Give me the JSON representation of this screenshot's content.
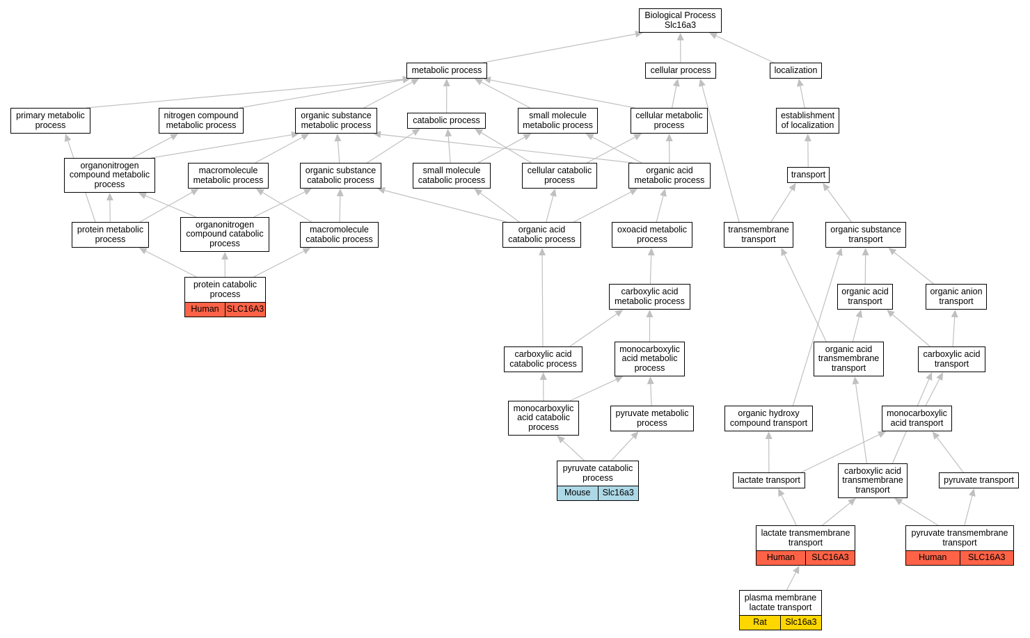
{
  "colors": {
    "edge": "#c0c0c0",
    "human": "#ff6347",
    "mouse": "#add8e6",
    "rat": "#ffd700"
  },
  "nodes": [
    {
      "id": "bp",
      "label": "Biological Process\nSlc16a3"
    },
    {
      "id": "mp",
      "label": "metabolic process"
    },
    {
      "id": "cp",
      "label": "cellular process"
    },
    {
      "id": "loc",
      "label": "localization"
    },
    {
      "id": "pmp",
      "label": "primary metabolic\nprocess"
    },
    {
      "id": "ncmp",
      "label": "nitrogen compound\nmetabolic process"
    },
    {
      "id": "osmp",
      "label": "organic substance\nmetabolic process"
    },
    {
      "id": "catp",
      "label": "catabolic process"
    },
    {
      "id": "smmp",
      "label": "small molecule\nmetabolic process"
    },
    {
      "id": "cmp",
      "label": "cellular metabolic\nprocess"
    },
    {
      "id": "eol",
      "label": "establishment\nof localization"
    },
    {
      "id": "oncmp",
      "label": "organonitrogen\ncompound metabolic\nprocess"
    },
    {
      "id": "macmp",
      "label": "macromolecule\nmetabolic process"
    },
    {
      "id": "oscp",
      "label": "organic substance\ncatabolic process"
    },
    {
      "id": "smcp",
      "label": "small molecule\ncatabolic process"
    },
    {
      "id": "ccp",
      "label": "cellular catabolic\nprocess"
    },
    {
      "id": "oamp",
      "label": "organic acid\nmetabolic process"
    },
    {
      "id": "tr",
      "label": "transport"
    },
    {
      "id": "prmp",
      "label": "protein metabolic\nprocess"
    },
    {
      "id": "onccp",
      "label": "organonitrogen\ncompound catabolic\nprocess"
    },
    {
      "id": "maccp",
      "label": "macromolecule\ncatabolic process"
    },
    {
      "id": "oacp",
      "label": "organic acid\ncatabolic process"
    },
    {
      "id": "oxmp",
      "label": "oxoacid metabolic\nprocess"
    },
    {
      "id": "tmt",
      "label": "transmembrane\ntransport"
    },
    {
      "id": "ost",
      "label": "organic substance\ntransport"
    },
    {
      "id": "prcp",
      "label": "protein catabolic\nprocess",
      "ann": [
        "Human",
        "SLC16A3"
      ],
      "annColor": "human"
    },
    {
      "id": "camp",
      "label": "carboxylic acid\nmetabolic process"
    },
    {
      "id": "oat",
      "label": "organic acid\ntransport"
    },
    {
      "id": "oant",
      "label": "organic anion\ntransport"
    },
    {
      "id": "cacp",
      "label": "carboxylic acid\ncatabolic process"
    },
    {
      "id": "mcamp",
      "label": "monocarboxylic\nacid metabolic\nprocess"
    },
    {
      "id": "oatt",
      "label": "organic acid\ntransmembrane\ntransport"
    },
    {
      "id": "cat",
      "label": "carboxylic acid\ntransport"
    },
    {
      "id": "mcacp",
      "label": "monocarboxylic\nacid catabolic\nprocess"
    },
    {
      "id": "pymp",
      "label": "pyruvate metabolic\nprocess"
    },
    {
      "id": "ohct",
      "label": "organic hydroxy\ncompound transport"
    },
    {
      "id": "mcat",
      "label": "monocarboxylic\nacid transport"
    },
    {
      "id": "pycp",
      "label": "pyruvate catabolic\nprocess",
      "ann": [
        "Mouse",
        "Slc16a3"
      ],
      "annColor": "mouse"
    },
    {
      "id": "lt",
      "label": "lactate transport"
    },
    {
      "id": "catt",
      "label": "carboxylic acid\ntransmembrane\ntransport"
    },
    {
      "id": "pyt",
      "label": "pyruvate transport"
    },
    {
      "id": "ltt",
      "label": "lactate transmembrane\ntransport",
      "ann": [
        "Human",
        "SLC16A3"
      ],
      "annColor": "human"
    },
    {
      "id": "pytt",
      "label": "pyruvate transmembrane\ntransport",
      "ann": [
        "Human",
        "SLC16A3"
      ],
      "annColor": "human"
    },
    {
      "id": "pmlt",
      "label": "plasma membrane\nlactate transport",
      "ann": [
        "Rat",
        "Slc16a3"
      ],
      "annColor": "rat"
    }
  ],
  "edges": [
    [
      "mp",
      "bp"
    ],
    [
      "cp",
      "bp"
    ],
    [
      "loc",
      "bp"
    ],
    [
      "pmp",
      "mp"
    ],
    [
      "ncmp",
      "mp"
    ],
    [
      "osmp",
      "mp"
    ],
    [
      "catp",
      "mp"
    ],
    [
      "smmp",
      "mp"
    ],
    [
      "cmp",
      "mp"
    ],
    [
      "cmp",
      "cp"
    ],
    [
      "tmt",
      "cp"
    ],
    [
      "eol",
      "loc"
    ],
    [
      "tr",
      "eol"
    ],
    [
      "oncmp",
      "ncmp"
    ],
    [
      "oncmp",
      "osmp"
    ],
    [
      "macmp",
      "osmp"
    ],
    [
      "oscp",
      "osmp"
    ],
    [
      "oamp",
      "osmp"
    ],
    [
      "oscp",
      "catp"
    ],
    [
      "smcp",
      "catp"
    ],
    [
      "ccp",
      "catp"
    ],
    [
      "smcp",
      "smmp"
    ],
    [
      "oamp",
      "smmp"
    ],
    [
      "ccp",
      "cmp"
    ],
    [
      "oamp",
      "cmp"
    ],
    [
      "prmp",
      "pmp"
    ],
    [
      "prmp",
      "oncmp"
    ],
    [
      "prmp",
      "macmp"
    ],
    [
      "onccp",
      "oncmp"
    ],
    [
      "onccp",
      "oscp"
    ],
    [
      "maccp",
      "macmp"
    ],
    [
      "maccp",
      "oscp"
    ],
    [
      "oacp",
      "oscp"
    ],
    [
      "oacp",
      "smcp"
    ],
    [
      "oacp",
      "ccp"
    ],
    [
      "oacp",
      "oamp"
    ],
    [
      "oxmp",
      "oamp"
    ],
    [
      "prcp",
      "prmp"
    ],
    [
      "prcp",
      "onccp"
    ],
    [
      "prcp",
      "maccp"
    ],
    [
      "camp",
      "oxmp"
    ],
    [
      "cacp",
      "oacp"
    ],
    [
      "cacp",
      "camp"
    ],
    [
      "mcamp",
      "camp"
    ],
    [
      "mcacp",
      "cacp"
    ],
    [
      "mcacp",
      "mcamp"
    ],
    [
      "pymp",
      "mcamp"
    ],
    [
      "pycp",
      "mcacp"
    ],
    [
      "pycp",
      "pymp"
    ],
    [
      "tmt",
      "tr"
    ],
    [
      "ost",
      "tr"
    ],
    [
      "oat",
      "ost"
    ],
    [
      "oant",
      "ost"
    ],
    [
      "ohct",
      "ost"
    ],
    [
      "oatt",
      "tmt"
    ],
    [
      "oatt",
      "oat"
    ],
    [
      "cat",
      "oat"
    ],
    [
      "cat",
      "oant"
    ],
    [
      "mcat",
      "cat"
    ],
    [
      "catt",
      "cat"
    ],
    [
      "catt",
      "oatt"
    ],
    [
      "lt",
      "ohct"
    ],
    [
      "lt",
      "mcat"
    ],
    [
      "pyt",
      "mcat"
    ],
    [
      "ltt",
      "lt"
    ],
    [
      "ltt",
      "catt"
    ],
    [
      "pytt",
      "catt"
    ],
    [
      "pytt",
      "pyt"
    ],
    [
      "pmlt",
      "ltt"
    ]
  ]
}
